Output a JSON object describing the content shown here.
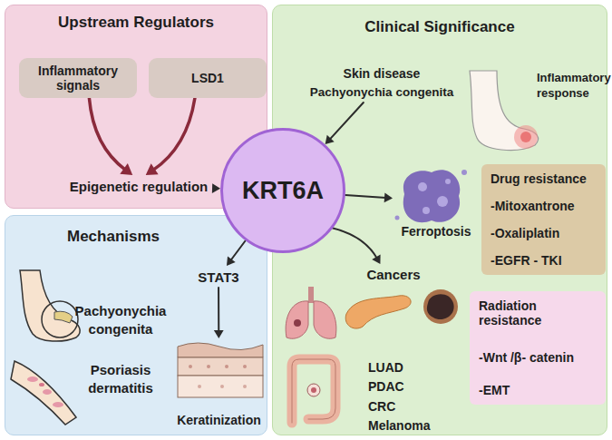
{
  "diagram": {
    "nodes": [
      {
        "text": [
          "Upstream Regulators"
        ]
      },
      {
        "text": [
          "Inflammatory signals"
        ],
        "in": 0
      },
      {
        "text": [
          "LSD1"
        ],
        "in": 0
      },
      {
        "text": [
          "Epigenetic regulation"
        ],
        "in": 0
      },
      {
        "text": [
          "KRT6A"
        ]
      },
      {
        "text": [
          "Mechanisms"
        ]
      },
      {
        "text": [
          "STAT3"
        ],
        "in": 5
      },
      {
        "text": [
          "Keratinization"
        ],
        "in": 5
      },
      {
        "text": [
          "Clinical Significance"
        ]
      },
      {
        "text": [
          "Skin disease",
          "Pachyonychia congenita"
        ],
        "in": 8
      },
      {
        "text": [
          "Ferroptosis"
        ],
        "in": 8
      },
      {
        "text": [
          "Drug resistance",
          "-Mitoxantrone",
          "-Oxaliplatin",
          "-EGFR - TKI"
        ],
        "in": 8
      },
      {
        "text": [
          "Cancers"
        ],
        "in": 8
      },
      {
        "text": [
          "Radiation resistance",
          "-Wnt /β- catenin",
          "-EMT"
        ],
        "in": 8
      }
    ],
    "edges": [
      {
        "from": 1,
        "to": 3,
        "arrow": "to"
      },
      {
        "from": 2,
        "to": 3,
        "arrow": "to"
      },
      {
        "from": 3,
        "to": 4,
        "arrow": "to"
      },
      {
        "from": 9,
        "to": 4,
        "arrow": "to"
      },
      {
        "from": 4,
        "to": 6,
        "arrow": "to"
      },
      {
        "from": 6,
        "to": 7,
        "arrow": "to"
      },
      {
        "from": 4,
        "to": 10,
        "arrow": "to"
      },
      {
        "from": 4,
        "to": 12,
        "arrow": "to"
      }
    ],
    "labels": [
      "Pachyonychia congenita",
      "Psoriasis dermatitis",
      "Inflammatory response",
      "LUAD",
      "PDAC",
      "CRC",
      "Melanoma"
    ]
  }
}
